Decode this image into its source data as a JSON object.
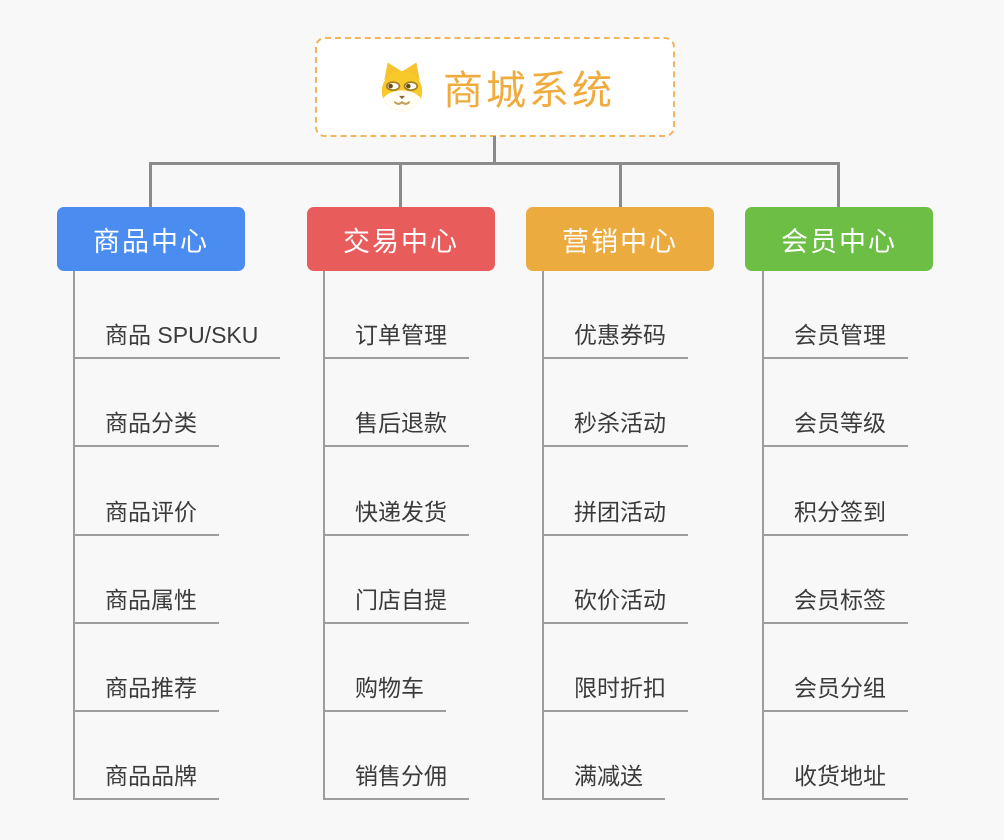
{
  "root": {
    "title": "商城系统",
    "icon": "dog-face-icon",
    "title_color": "#f0ab3e",
    "border_color": "#f4b35e"
  },
  "connector_color": "#8b8b8b",
  "line_color": "#9d9d9d",
  "branches": [
    {
      "label": "商品中心",
      "color": "#4a8cf0",
      "items": [
        "商品 SPU/SKU",
        "商品分类",
        "商品评价",
        "商品属性",
        "商品推荐",
        "商品品牌"
      ]
    },
    {
      "label": "交易中心",
      "color": "#e85c5c",
      "items": [
        "订单管理",
        "售后退款",
        "快递发货",
        "门店自提",
        "购物车",
        "销售分佣"
      ]
    },
    {
      "label": "营销中心",
      "color": "#ecab3e",
      "items": [
        "优惠券码",
        "秒杀活动",
        "拼团活动",
        "砍价活动",
        "限时折扣",
        "满减送"
      ]
    },
    {
      "label": "会员中心",
      "color": "#6cbe45",
      "items": [
        "会员管理",
        "会员等级",
        "积分签到",
        "会员标签",
        "会员分组",
        "收货地址"
      ]
    }
  ]
}
